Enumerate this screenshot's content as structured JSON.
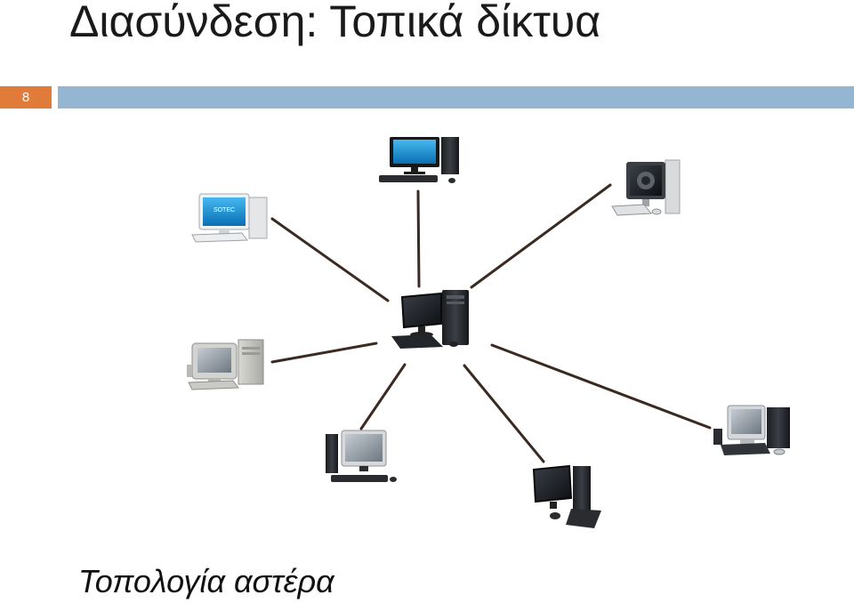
{
  "slide": {
    "title": "Διασύνδεση: Τοπικά δίκτυα",
    "number": "8",
    "caption": "Τοπολογία αστέρα"
  },
  "colors": {
    "accent_orange": "#e07b39",
    "header_bar_blue": "#94b6d2",
    "link_line": "#3a2a22"
  },
  "diagram": {
    "topology": "star",
    "hub": {
      "icon": "desktop-computer-icon"
    },
    "nodes": [
      {
        "id": "top",
        "icon": "desktop-computer-icon",
        "brand_text": ""
      },
      {
        "id": "top-right",
        "icon": "desktop-computer-icon",
        "brand_text": ""
      },
      {
        "id": "upper-left",
        "icon": "all-in-one-computer-icon",
        "brand_text": "SOTEC"
      },
      {
        "id": "left",
        "icon": "crt-computer-icon",
        "brand_text": ""
      },
      {
        "id": "lower-left",
        "icon": "desktop-computer-icon",
        "brand_text": ""
      },
      {
        "id": "bottom",
        "icon": "desktop-computer-icon",
        "brand_text": ""
      },
      {
        "id": "right",
        "icon": "crt-computer-icon",
        "brand_text": ""
      }
    ]
  }
}
